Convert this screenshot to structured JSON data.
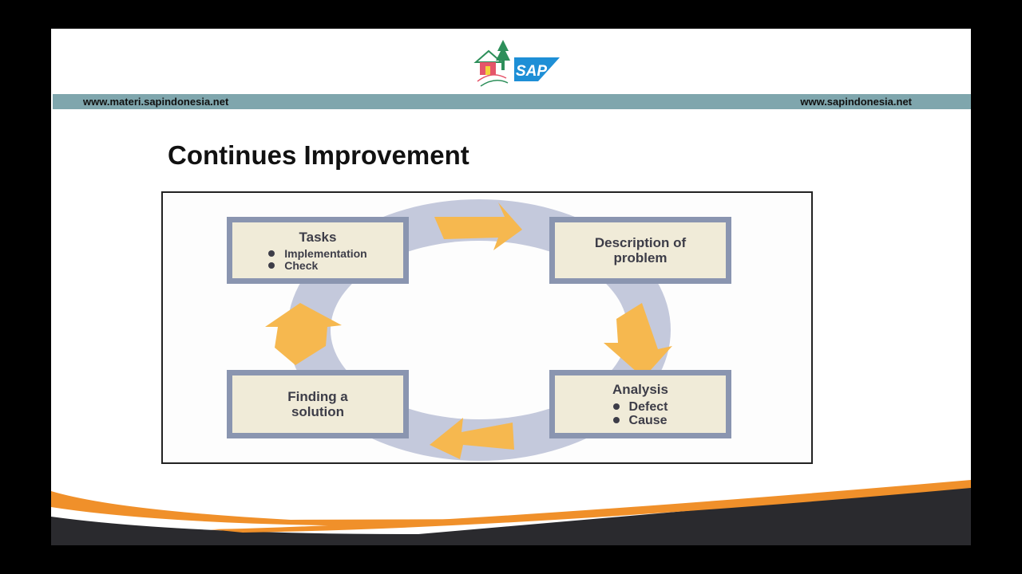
{
  "header": {
    "logo_icon": "house-tree-sap-logo",
    "logo_text": "SAP",
    "url_left": "www.materi.sapindonesia.net",
    "url_right": "www.sapindonesia.net"
  },
  "slide": {
    "title": "Continues Improvement"
  },
  "diagram": {
    "cycle_icon": "cycle-arrows-icon",
    "steps": [
      {
        "title": "Tasks",
        "bullets": [
          "Implementation",
          "Check"
        ]
      },
      {
        "title": "Description of problem",
        "bullets": []
      },
      {
        "title": "Analysis",
        "bullets": [
          "Defect",
          "Cause"
        ]
      },
      {
        "title": "Finding a solution",
        "bullets": []
      }
    ]
  },
  "colors": {
    "header_bar": "#7fa6ad",
    "box_border": "#8a95b0",
    "box_fill": "#f0ebd8",
    "arrow": "#f6b84f",
    "footer_orange": "#f0902a",
    "footer_dark": "#2a2a2e"
  }
}
